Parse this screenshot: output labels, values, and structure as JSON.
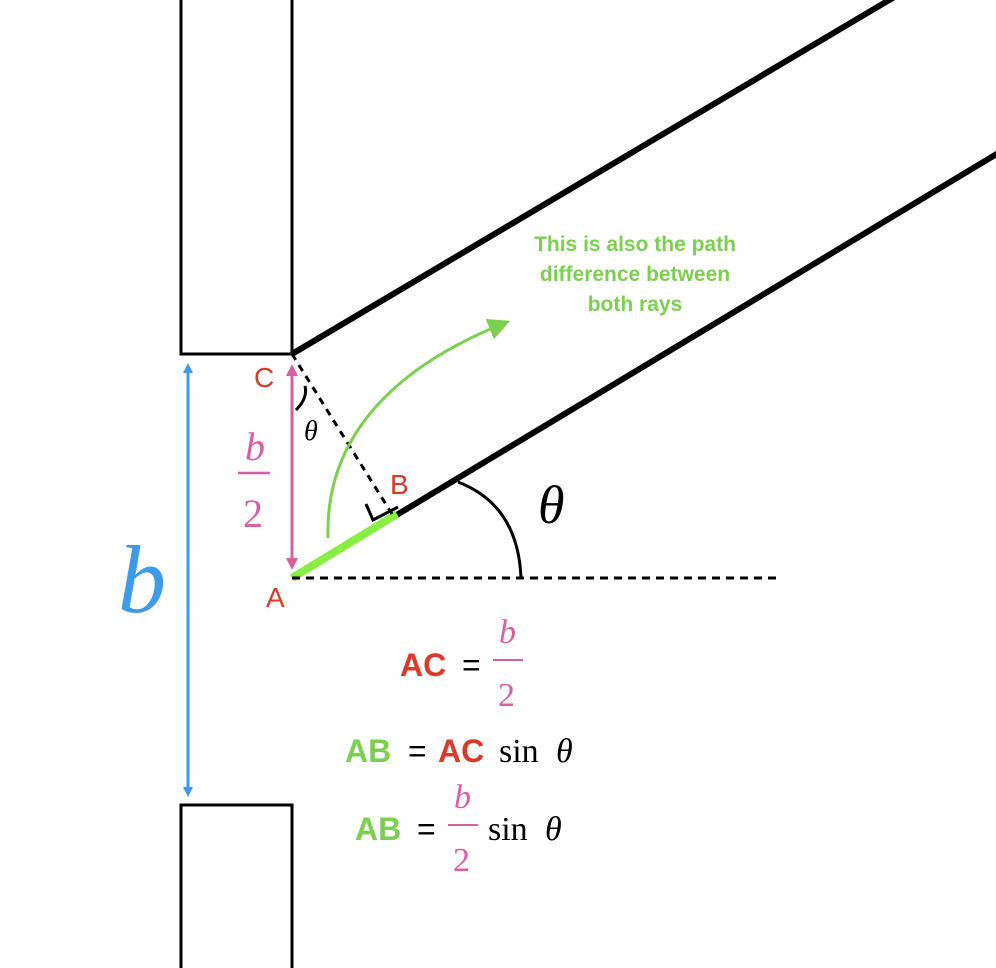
{
  "points": {
    "a": "A",
    "b": "B",
    "c": "C"
  },
  "labels": {
    "slit_width": "b",
    "half_num": "b",
    "half_den": "2",
    "angle_small": "θ",
    "angle_large": "θ"
  },
  "annotation": {
    "line1": "This is also the path",
    "line2": "difference between",
    "line3": "both rays"
  },
  "equations": {
    "eq1": {
      "lhs": "AC",
      "op": "=",
      "frac_num": "b",
      "frac_den": "2"
    },
    "eq2": {
      "lhs": "AB",
      "op": "=",
      "rhs_bold": "AC",
      "fn": "sin",
      "var": "θ"
    },
    "eq3": {
      "lhs": "AB",
      "op": "=",
      "frac_num": "b",
      "frac_den": "2",
      "fn": "sin",
      "var": "θ"
    }
  },
  "colors": {
    "red": "#d83b2a",
    "pink": "#d9609f",
    "blue": "#3d9be9",
    "green": "#7ccf4f",
    "green_bright": "#88ee44",
    "black": "#000000"
  }
}
